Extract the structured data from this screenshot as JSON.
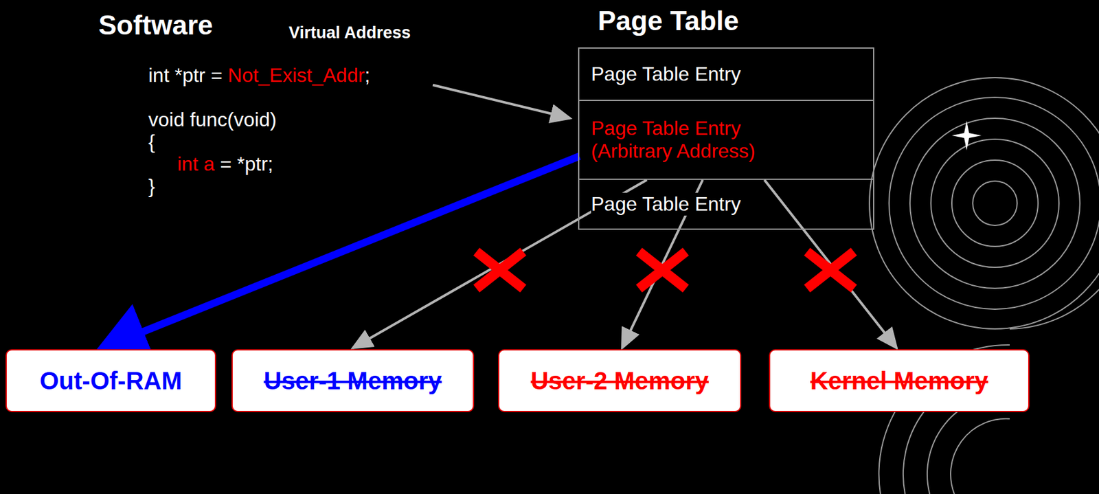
{
  "diagram": {
    "nodes": [
      {
        "text": [
          "Page Table"
        ]
      },
      {
        "text": [
          "Page Table Entry"
        ],
        "in": 0
      },
      {
        "text": [
          "Page Table Entry (Arbitrary Address)"
        ],
        "in": 0
      },
      {
        "text": [
          "Page Table Entry"
        ],
        "in": 0
      },
      {
        "text": [
          "Out-Of-RAM"
        ]
      },
      {
        "text": [
          "User-1 Memory"
        ]
      },
      {
        "text": [
          "User-2 Memory"
        ]
      },
      {
        "text": [
          "Kernel Memory"
        ]
      }
    ],
    "edges": [
      {
        "from": 2,
        "to": 4,
        "arrow": "to"
      },
      {
        "from": 2,
        "to": 5,
        "arrow": "to"
      },
      {
        "from": 2,
        "to": 6,
        "arrow": "to"
      },
      {
        "from": 2,
        "to": 7,
        "arrow": "to"
      }
    ],
    "labels": [
      "Software",
      "Virtual Address",
      "int *ptr =",
      "Not_Exist_Addr",
      ";",
      "void func(void)",
      "{",
      "int a",
      "= *ptr;",
      "}"
    ]
  }
}
